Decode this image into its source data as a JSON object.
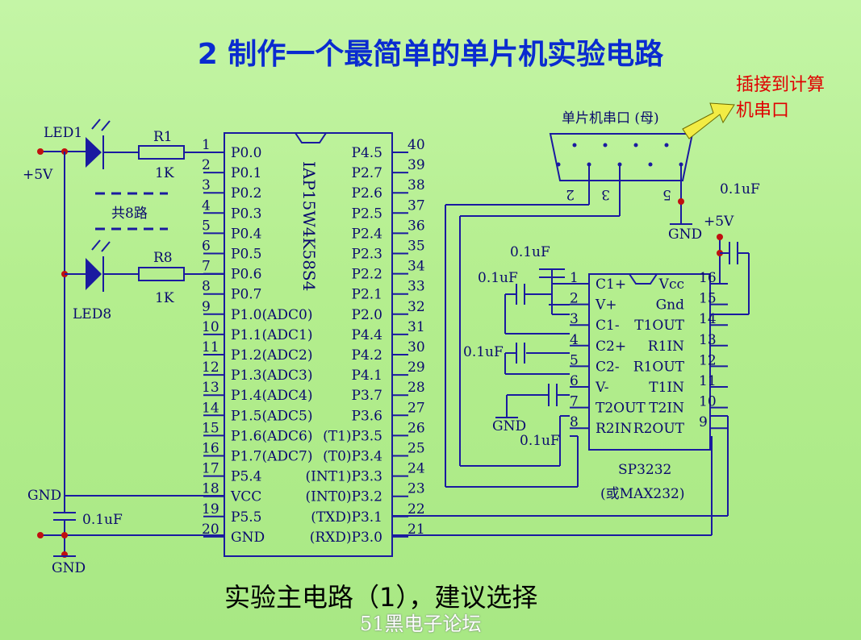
{
  "title": "2  制作一个最简单的单片机实验电路",
  "caption": "实验主电路（1），建议选择",
  "watermark": "51黑电子论坛",
  "callout": "插接到计算机串口",
  "left": {
    "vcc_label": "+5V",
    "led1": "LED1",
    "led8": "LED8",
    "r1": "R1",
    "r8": "R8",
    "r1_val": "1K",
    "r8_val": "1K",
    "total": "共8路",
    "gnd": "GND",
    "cap": "0.1uF",
    "gnd2": "GND"
  },
  "mcu": {
    "part": "IAP15W4K58S4",
    "left_pins": [
      {
        "num": "1",
        "name": "P0.0"
      },
      {
        "num": "2",
        "name": "P0.1"
      },
      {
        "num": "3",
        "name": "P0.2"
      },
      {
        "num": "4",
        "name": "P0.3"
      },
      {
        "num": "5",
        "name": "P0.4"
      },
      {
        "num": "6",
        "name": "P0.5"
      },
      {
        "num": "7",
        "name": "P0.6"
      },
      {
        "num": "8",
        "name": "P0.7"
      },
      {
        "num": "9",
        "name": "P1.0(ADC0)"
      },
      {
        "num": "10",
        "name": "P1.1(ADC1)"
      },
      {
        "num": "11",
        "name": "P1.2(ADC2)"
      },
      {
        "num": "12",
        "name": "P1.3(ADC3)"
      },
      {
        "num": "13",
        "name": "P1.4(ADC4)"
      },
      {
        "num": "14",
        "name": "P1.5(ADC5)"
      },
      {
        "num": "15",
        "name": "P1.6(ADC6)"
      },
      {
        "num": "16",
        "name": "P1.7(ADC7)"
      },
      {
        "num": "17",
        "name": "P5.4"
      },
      {
        "num": "18",
        "name": "VCC"
      },
      {
        "num": "19",
        "name": "P5.5"
      },
      {
        "num": "20",
        "name": "GND"
      }
    ],
    "right_pins": [
      {
        "num": "40",
        "name": "P4.5"
      },
      {
        "num": "39",
        "name": "P2.7"
      },
      {
        "num": "38",
        "name": "P2.6"
      },
      {
        "num": "37",
        "name": "P2.5"
      },
      {
        "num": "36",
        "name": "P2.4"
      },
      {
        "num": "35",
        "name": "P2.3"
      },
      {
        "num": "34",
        "name": "P2.2"
      },
      {
        "num": "33",
        "name": "P2.1"
      },
      {
        "num": "32",
        "name": "P2.0"
      },
      {
        "num": "31",
        "name": "P4.4"
      },
      {
        "num": "30",
        "name": "P4.2"
      },
      {
        "num": "29",
        "name": "P4.1"
      },
      {
        "num": "28",
        "name": "P3.7"
      },
      {
        "num": "27",
        "name": "P3.6"
      },
      {
        "num": "26",
        "name": "(T1)P3.5"
      },
      {
        "num": "25",
        "name": "(T0)P3.4"
      },
      {
        "num": "24",
        "name": "(INT1)P3.3"
      },
      {
        "num": "23",
        "name": "(INT0)P3.2"
      },
      {
        "num": "22",
        "name": "(TXD)P3.1"
      },
      {
        "num": "21",
        "name": "(RXD)P3.0"
      }
    ]
  },
  "rs232": {
    "left_pins": [
      {
        "num": "1",
        "name": "C1+"
      },
      {
        "num": "2",
        "name": "V+"
      },
      {
        "num": "3",
        "name": "C1-"
      },
      {
        "num": "4",
        "name": "C2+"
      },
      {
        "num": "5",
        "name": "C2-"
      },
      {
        "num": "6",
        "name": "V-"
      },
      {
        "num": "7",
        "name": "T2OUT"
      },
      {
        "num": "8",
        "name": "R2IN"
      }
    ],
    "right_pins": [
      {
        "num": "16",
        "name": "Vcc"
      },
      {
        "num": "15",
        "name": "Gnd"
      },
      {
        "num": "14",
        "name": "T1OUT"
      },
      {
        "num": "13",
        "name": "R1IN"
      },
      {
        "num": "12",
        "name": "R1OUT"
      },
      {
        "num": "11",
        "name": "T1IN"
      },
      {
        "num": "10",
        "name": "T2IN"
      },
      {
        "num": "9",
        "name": "R2OUT"
      }
    ],
    "part": "SP3232",
    "alt": "(或MAX232)",
    "caps": [
      "0.1uF",
      "0.1uF",
      "0.1uF",
      "0.1uF",
      "0.1uF"
    ],
    "vcc": "+5V",
    "gnd": "GND",
    "cap_top": "0.1uF"
  },
  "db9": {
    "label": "单片机串口 (母)",
    "pins": [
      "2",
      "3",
      "5"
    ],
    "gnd": "GND"
  }
}
